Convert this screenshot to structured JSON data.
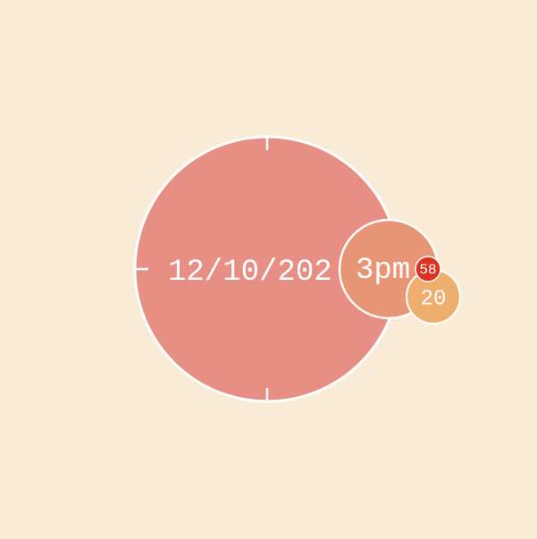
{
  "colors": {
    "background": "#faebd7",
    "date_circle": "#e78f84",
    "hour_circle": "#e89575",
    "minute_circle": "#eeae6e",
    "second_circle": "#dd3322",
    "outline": "#ffffff"
  },
  "clock": {
    "date": "12/10/202",
    "hour": "3pm",
    "minute": "20",
    "second": "58"
  }
}
